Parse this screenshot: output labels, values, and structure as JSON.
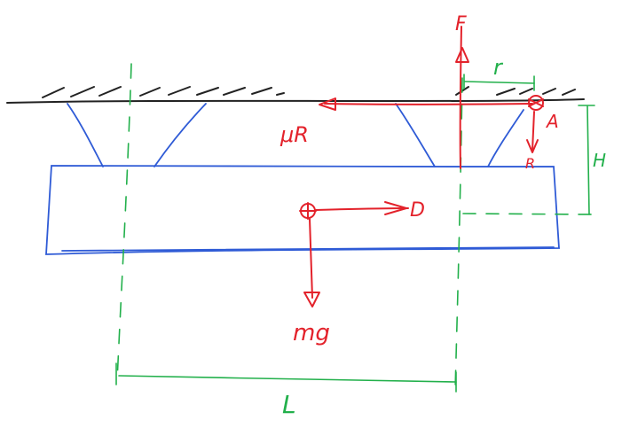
{
  "colors": {
    "ink": "#222222",
    "beam": "#2f5bd6",
    "force": "#e3222b",
    "dimension": "#22b04b"
  },
  "labels": {
    "force_F": "F",
    "friction": "μR",
    "point_A": "A",
    "reaction_R": "R",
    "drag_D": "D",
    "weight": "mg",
    "dim_r": "r",
    "dim_H": "H",
    "dim_L": "L"
  }
}
